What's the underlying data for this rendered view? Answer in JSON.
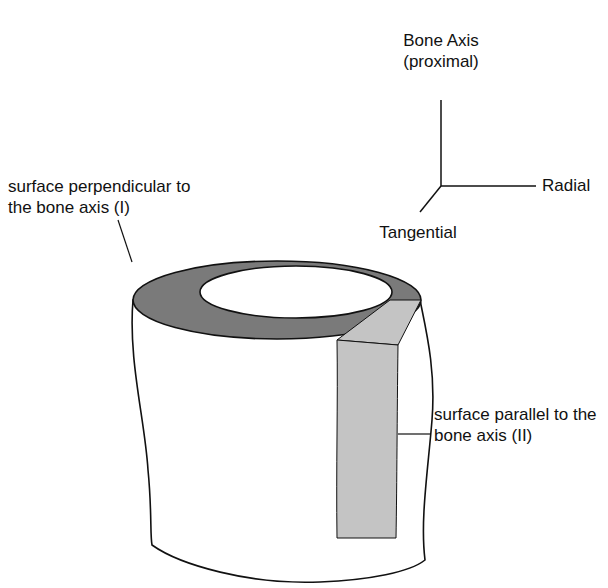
{
  "diagram": {
    "labels": [
      "Bone Axis (proximal)",
      "Radial",
      "Tangential",
      "surface perpendicular to the bone axis (I)",
      "surface parallel to the bone axis (II)"
    ]
  }
}
